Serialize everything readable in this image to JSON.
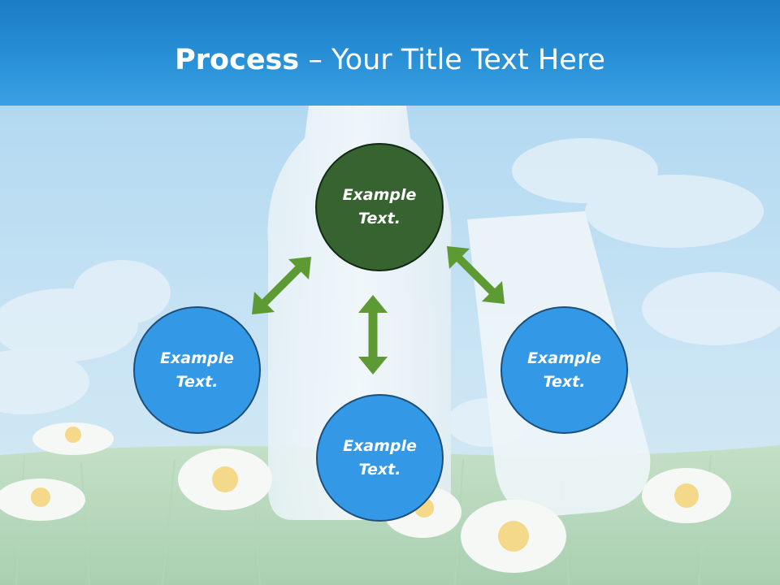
{
  "title": {
    "bold": "Process",
    "dash": " – ",
    "rest": "Your Title Text Here"
  },
  "nodes": {
    "top": "Example Text.",
    "left": "Example Text.",
    "right": "Example Text.",
    "bottom": "Example Text."
  },
  "colors": {
    "title_bar": "#1a7cc4",
    "node_blue": "#3399e6",
    "node_green": "#36632f",
    "arrow_green": "#5e9a33"
  }
}
